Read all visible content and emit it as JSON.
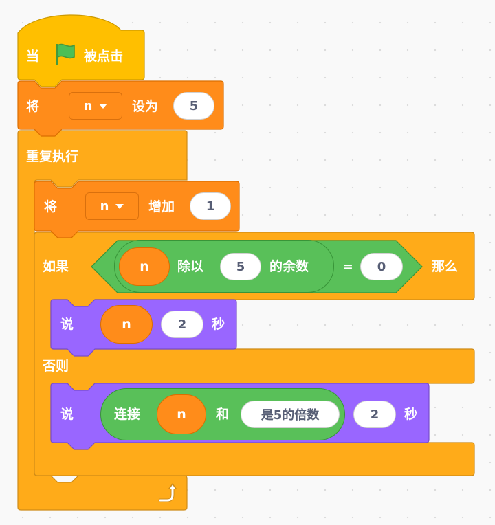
{
  "script": {
    "hat": {
      "prefix": "当",
      "icon": "green-flag-icon",
      "suffix": "被点击"
    },
    "set_var": {
      "label_before": "将",
      "variable": "n",
      "label_after": "设为",
      "value": "5"
    },
    "forever": {
      "label": "重复执行",
      "loop_icon": "loop-arrow-icon"
    },
    "change_var": {
      "label_before": "将",
      "variable": "n",
      "label_after": "增加",
      "value": "1"
    },
    "if_else": {
      "if_label": "如果",
      "then_label": "那么",
      "else_label": "否则",
      "condition": {
        "left": {
          "reporter": "n",
          "op_label": "除以",
          "divisor": "5",
          "suffix": "的余数"
        },
        "equals": "=",
        "right": "0"
      }
    },
    "say_if": {
      "label": "说",
      "message": "n",
      "secs": "2",
      "secs_label": "秒"
    },
    "say_else": {
      "label": "说",
      "join_label": "连接",
      "join_var": "n",
      "and_label": "和",
      "join_text": "是5的倍数",
      "secs": "2",
      "secs_label": "秒"
    }
  },
  "colors": {
    "events": "#ffbf00",
    "variables": "#ff8c1a",
    "control": "#ffab19",
    "operators": "#59c059",
    "looks": "#9966ff"
  }
}
